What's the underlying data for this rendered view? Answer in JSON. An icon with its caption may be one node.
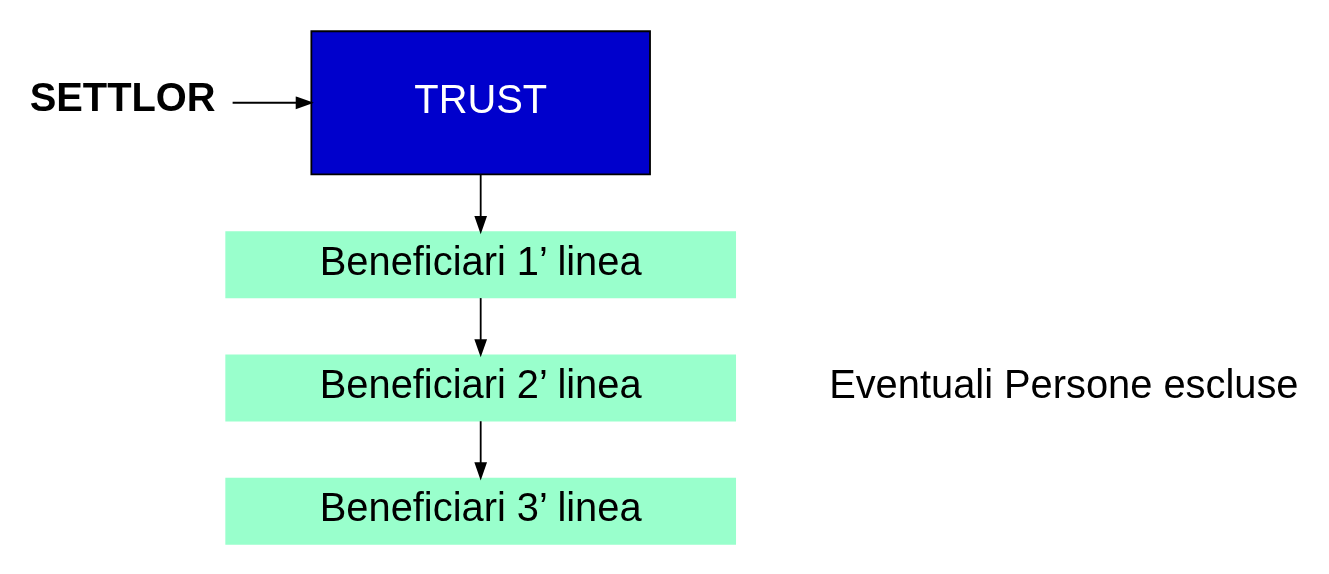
{
  "diagram": {
    "nodes": [
      {
        "text": [
          "SETTLOR"
        ]
      },
      {
        "text": [
          "TRUST"
        ]
      },
      {
        "text": [
          "Beneficiari 1’ linea"
        ]
      },
      {
        "text": [
          "Beneficiari 2’ linea"
        ]
      },
      {
        "text": [
          "Beneficiari 3’ linea"
        ]
      }
    ],
    "edges": [
      {
        "from": 0,
        "to": 1,
        "arrow": "to"
      },
      {
        "from": 1,
        "to": 2,
        "arrow": "to"
      },
      {
        "from": 2,
        "to": 3,
        "arrow": "to"
      },
      {
        "from": 3,
        "to": 4,
        "arrow": "to"
      }
    ],
    "labels": [
      "Eventuali Persone escluse"
    ]
  }
}
